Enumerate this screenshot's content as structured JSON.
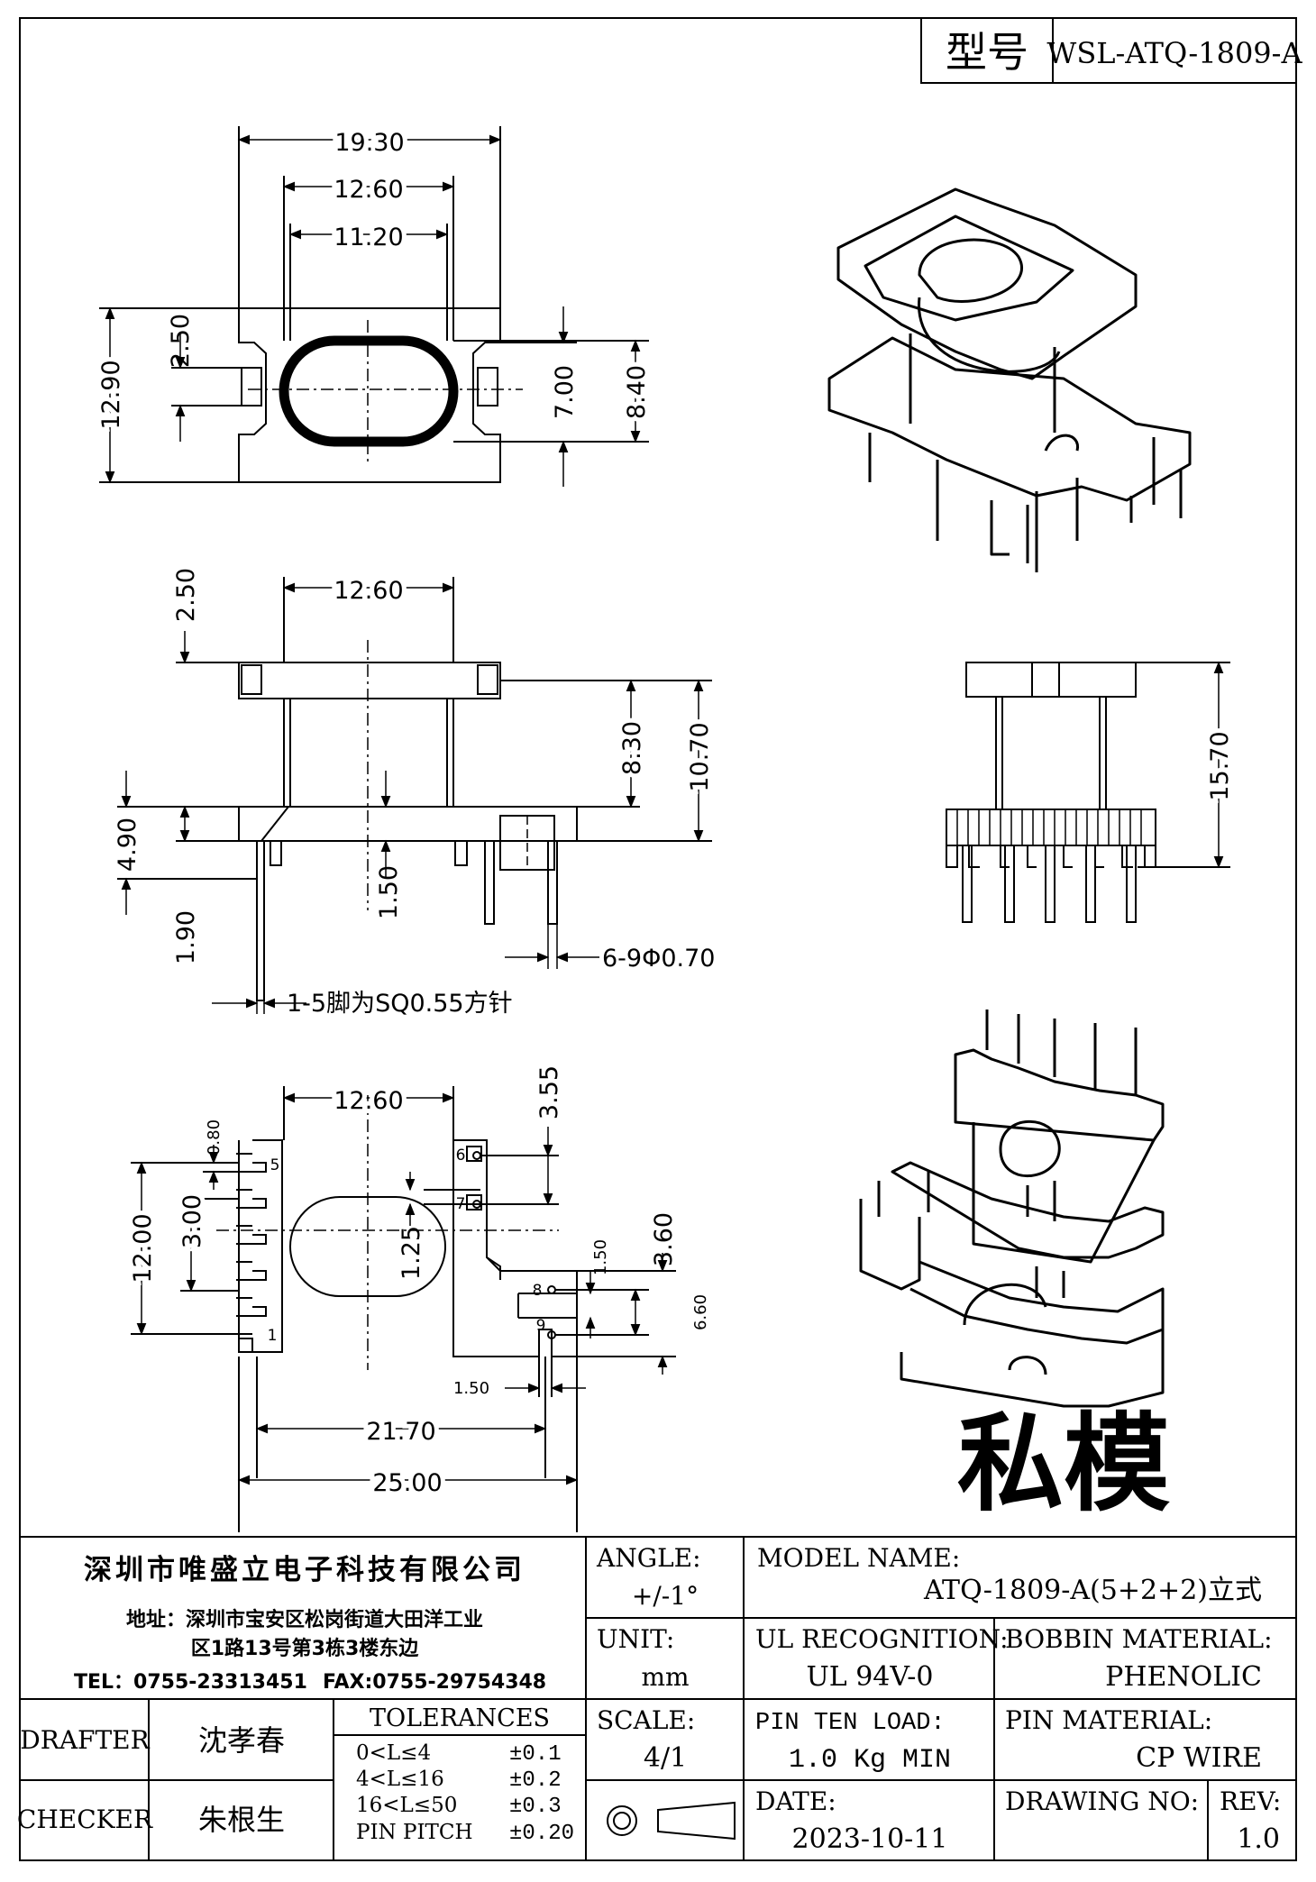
{
  "header": {
    "label": "型号",
    "model_code": "WSL-ATQ-1809-A"
  },
  "dims": {
    "top": {
      "w_19_30": "19.30",
      "w_12_60": "12.60",
      "w_11_20": "11.20",
      "h_12_90": "12.90",
      "h_2_50": "2.50",
      "h_7_00": "7.00",
      "h_8_40": "8.40"
    },
    "side": {
      "w_12_60": "12.60",
      "h_2_50": "2.50",
      "h_8_30": "8.30",
      "h_10_70": "10.70",
      "h_4_90": "4.90",
      "h_1_50": "1.50",
      "h_1_90": "1.90",
      "pin_dia": "6-9Φ0.70",
      "pin_note": "1-5脚为SQ0.55方针"
    },
    "front": {
      "h_15_70": "15.70"
    },
    "bottom": {
      "w_12_60": "12.60",
      "h_3_55": "3.55",
      "h_0_80": "0.80",
      "h_3_00": "3.00",
      "h_12_00": "12.00",
      "h_1_25": "1.25",
      "h_1_50": "1.50",
      "h_3_60": "3.60",
      "h_6_60": "6.60",
      "w_1_50": "1.50",
      "w_21_70": "21.70",
      "w_25_00": "25.00",
      "pins": [
        "1",
        "5",
        "6",
        "7",
        "8",
        "9"
      ]
    }
  },
  "stamp": "私模",
  "title_block": {
    "company": "深圳市唯盛立电子科技有限公司",
    "address_1": "地址：深圳市宝安区松岗街道大田洋工业",
    "address_2": "区1路13号第3栋3楼东边",
    "tel": "TEL：0755-23313451",
    "fax": "FAX:0755-29754348",
    "angle_label": "ANGLE:",
    "angle_value": "+/-1°",
    "model_name_label": "MODEL NAME:",
    "model_name_value": "ATQ-1809-A(5+2+2)立式",
    "unit_label": "UNIT:",
    "unit_value": "mm",
    "ul_label": "UL RECOGNITION:",
    "ul_value": "UL 94V-0",
    "bobbin_label": "BOBBIN MATERIAL:",
    "bobbin_value": "PHENOLIC",
    "scale_label": "SCALE:",
    "scale_value": "4/1",
    "pin_load_label": "PIN TEN LOAD:",
    "pin_load_value": "1.0 Kg MIN",
    "pin_material_label": "PIN MATERIAL:",
    "pin_material_value": "CP WIRE",
    "date_label": "DATE:",
    "date_value": "2023-10-11",
    "drawing_no_label": "DRAWING NO:",
    "rev_label": "REV:",
    "rev_value": "1.0",
    "drafter_label": "DRAFTER",
    "drafter_value": "沈孝春",
    "checker_label": "CHECKER",
    "checker_value": "朱根生",
    "tolerances_title": "TOLERANCES",
    "tolerances": [
      {
        "range": "0<L≤4",
        "value": "±0.1"
      },
      {
        "range": "4<L≤16",
        "value": "±0.2"
      },
      {
        "range": "16<L≤50",
        "value": "±0.3"
      },
      {
        "range": "PIN PITCH",
        "value": "±0.20"
      }
    ]
  }
}
